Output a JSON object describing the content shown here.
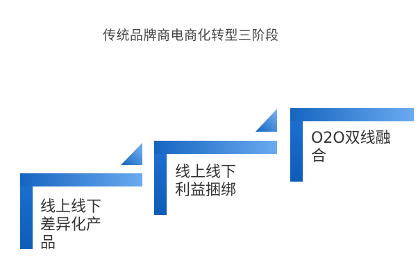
{
  "title": "传统品牌商电商化转型三阶段",
  "stages": [
    {
      "line1": "线上线下",
      "line2": "差异化产",
      "line3": "品"
    },
    {
      "line1": "线上线下",
      "line2": "利益捆绑"
    },
    {
      "line1": "O2O双线融",
      "line2": "合"
    }
  ],
  "colors": {
    "step_dark": "#1565c0",
    "step_light": "#64a6ea",
    "text": "#333333"
  }
}
